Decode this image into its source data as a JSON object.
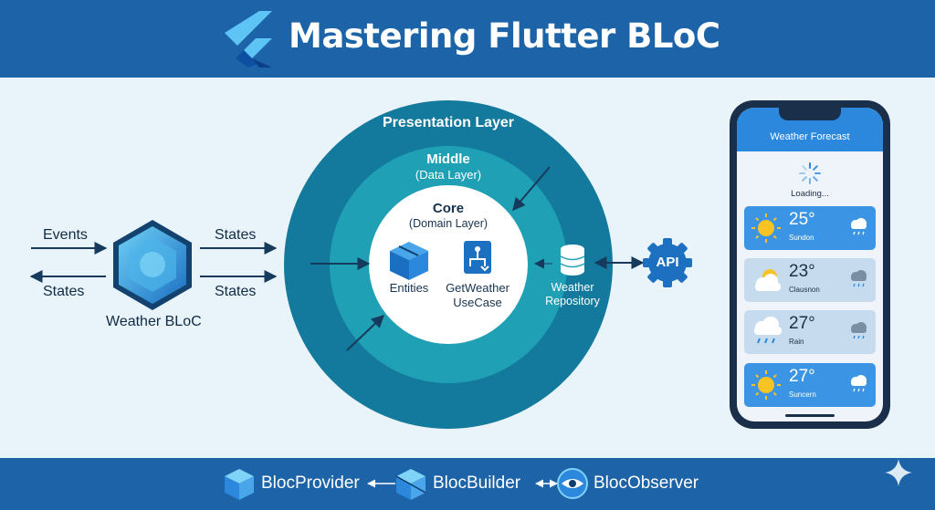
{
  "header": {
    "title": "Mastering Flutter BLoC",
    "logo_icon": "flutter-logo-icon",
    "background": "#1d63a8"
  },
  "bloc": {
    "label": "Weather BLoC",
    "icon": "bloc-hexagon-icon",
    "left_in": "Events",
    "left_out": "States",
    "right_top": "States",
    "right_bottom": "States"
  },
  "layers": {
    "outer": "Presentation Layer",
    "middle_title": "Middle",
    "middle_sub": "(Data Layer)",
    "core_title": "Core",
    "core_sub": "(Domain Layer)",
    "entities": "Entities",
    "entities_icon": "box-icon",
    "usecase_line1": "GetWeather",
    "usecase_line2": "UseCase",
    "usecase_icon": "usecase-icon",
    "repo_line1": "Weather",
    "repo_line2": "Repository",
    "repo_icon": "database-icon",
    "api_label": "API",
    "api_icon": "gear-icon"
  },
  "phone": {
    "title": "Weather Forecast",
    "loading": "Loading...",
    "cards": [
      {
        "temp": "25°",
        "city": "Sundon",
        "icon": "sun-icon",
        "bg": "#3b95e4"
      },
      {
        "temp": "23°",
        "city": "Clausnon",
        "icon": "partly-cloudy-icon",
        "bg": "#c6dbee"
      },
      {
        "temp": "27°",
        "city": "Rain",
        "icon": "rain-cloud-icon",
        "bg": "#c6dbee"
      },
      {
        "temp": "27°",
        "city": "Suncern",
        "icon": "sun-icon",
        "bg": "#3b95e4"
      }
    ]
  },
  "footer": {
    "provider": "BlocProvider",
    "builder": "BlocBuilder",
    "observer": "BlocObserver",
    "provider_icon": "cube-icon",
    "builder_icon": "builder-cube-icon",
    "observer_icon": "eye-icon",
    "sparkle_icon": "sparkle-icon"
  },
  "colors": {
    "outer_ring": "#137a9d",
    "middle_ring": "#20a0b5",
    "core": "#ffffff",
    "accent_blue": "#2b88dd",
    "page_bg": "#e9f3fa"
  }
}
